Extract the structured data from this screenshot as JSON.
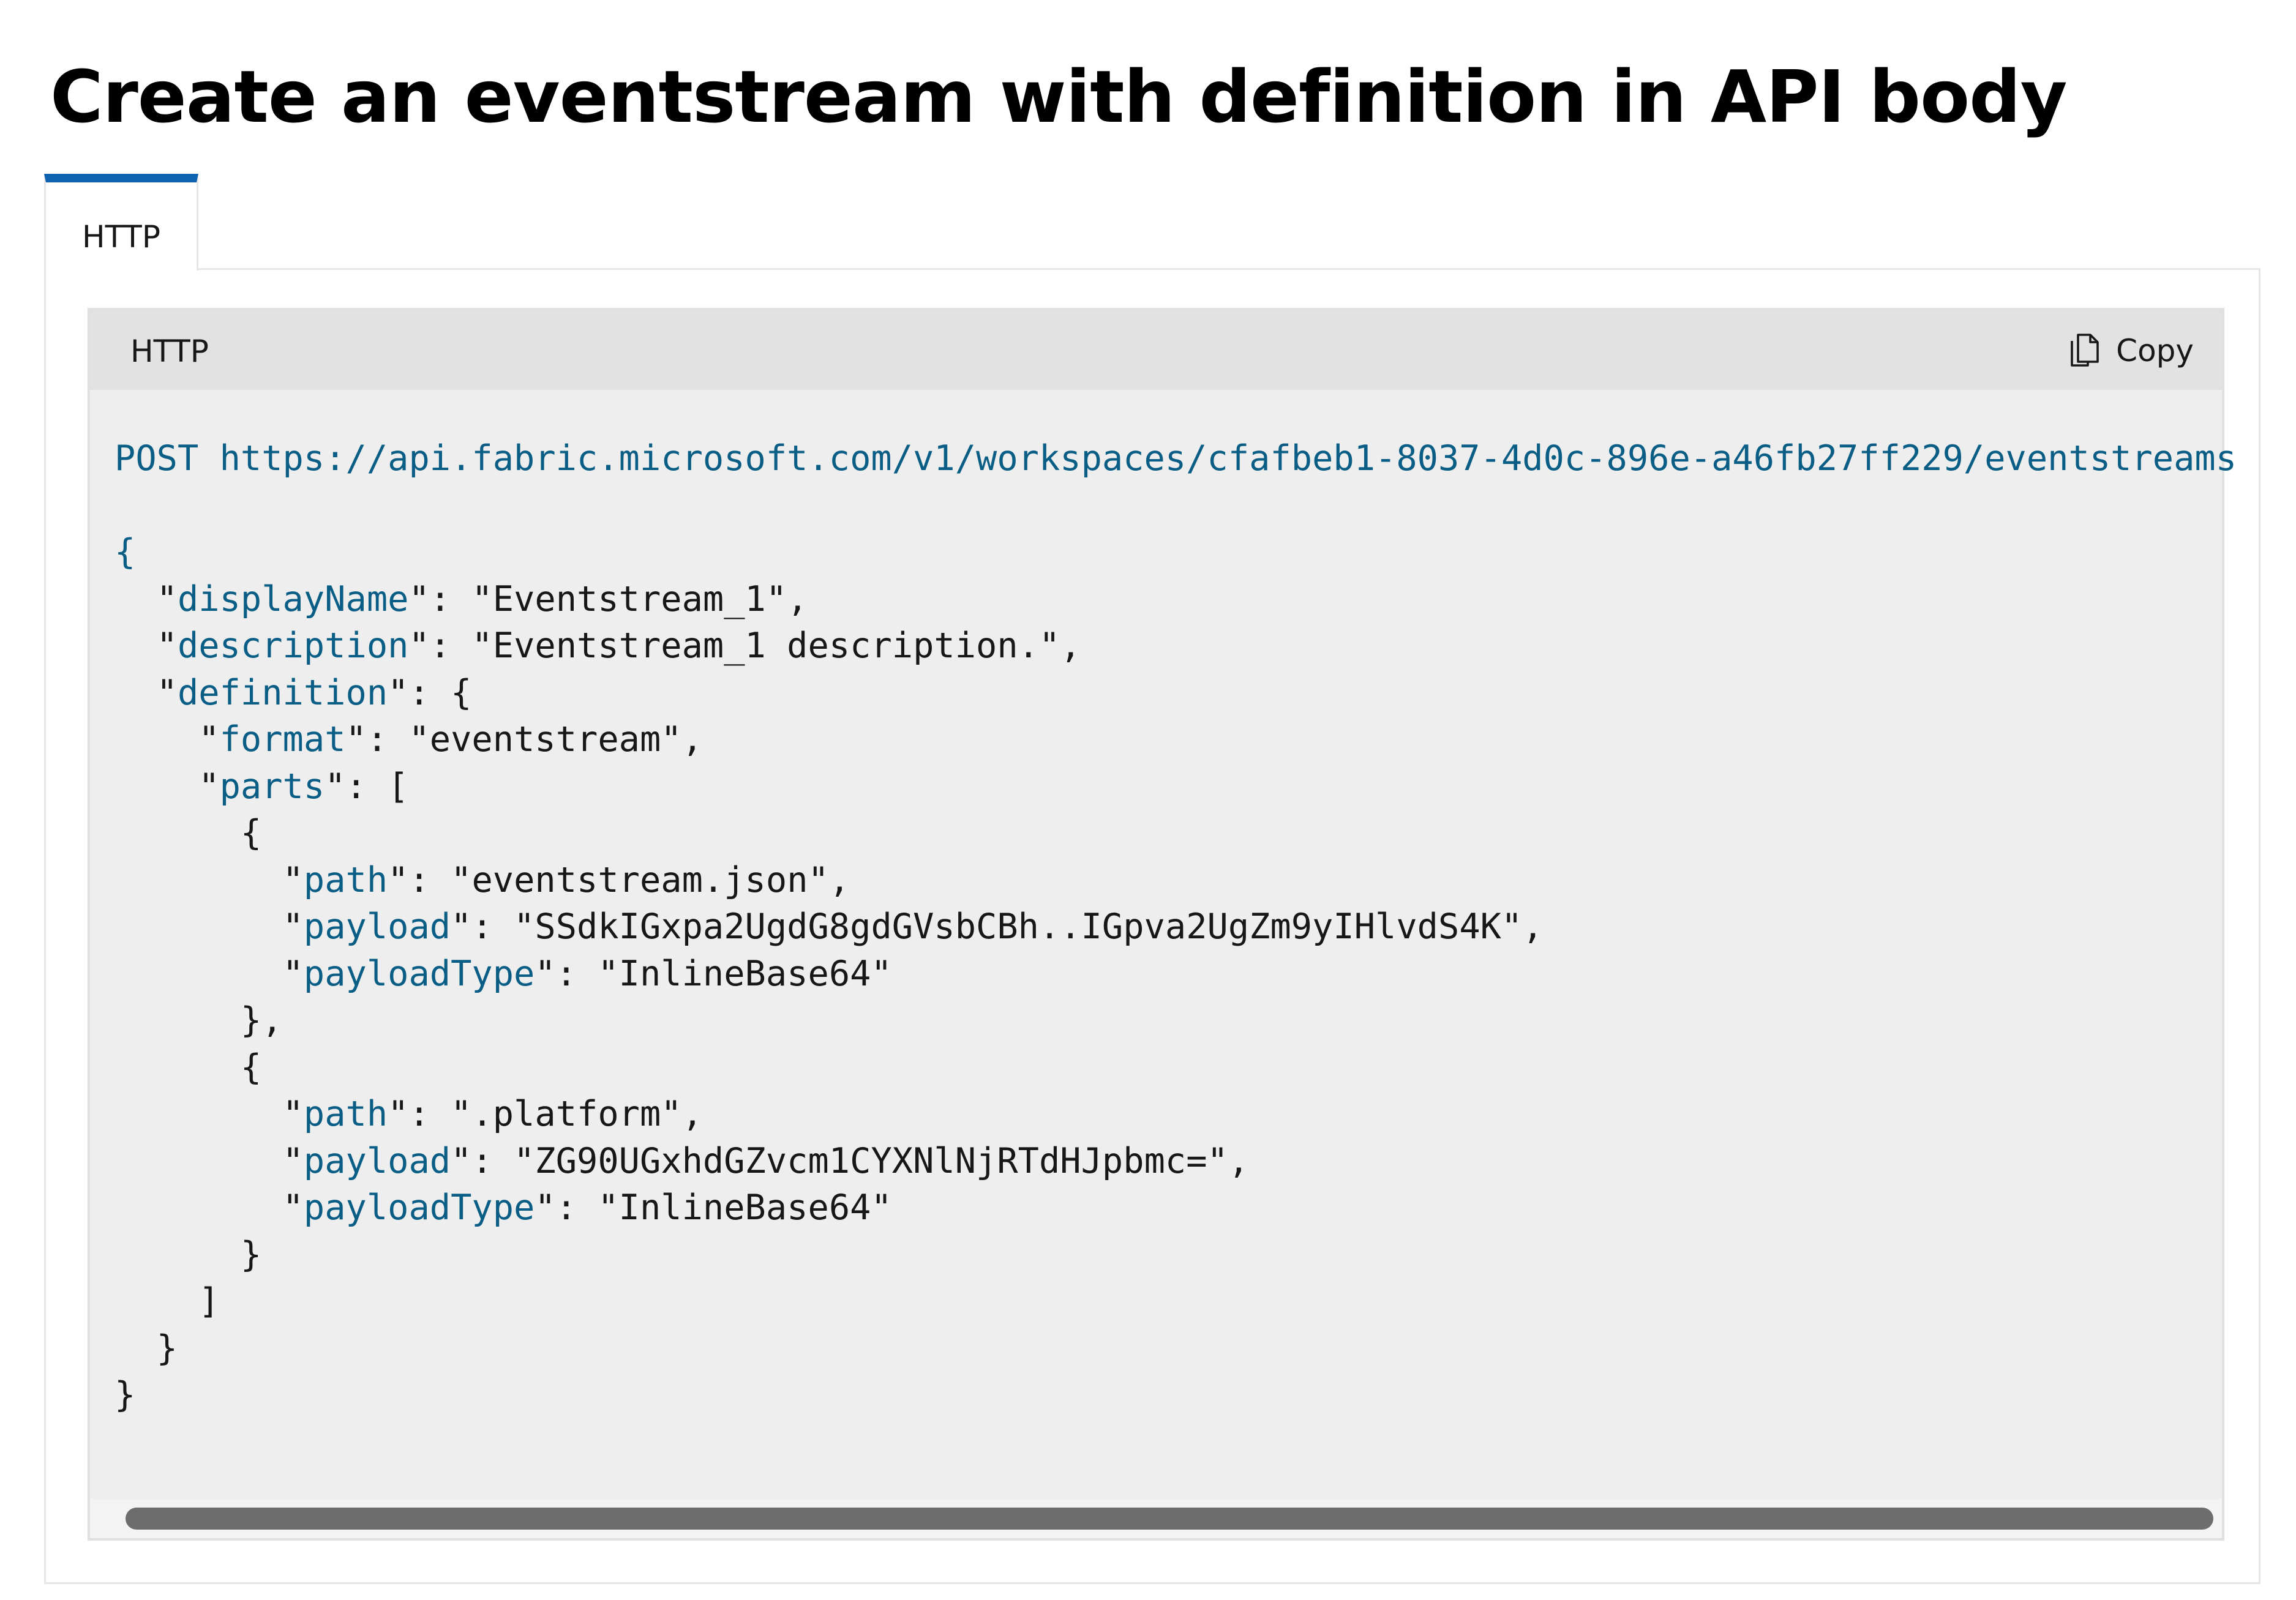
{
  "page": {
    "title": "Create an eventstream with definition in API body"
  },
  "tabs": [
    {
      "label": "HTTP",
      "selected": true
    }
  ],
  "code_block": {
    "language_label": "HTTP",
    "copy_label": "Copy",
    "copy_icon": "copy-icon",
    "request": {
      "method": "POST",
      "url": "https://api.fabric.microsoft.com/v1/workspaces/cfafbeb1-8037-4d0c-896e-a46fb27ff229/eventstreams"
    },
    "body": {
      "displayName": {
        "key": "displayName",
        "value": "Eventstream_1"
      },
      "description": {
        "key": "description",
        "value": "Eventstream_1 description."
      },
      "definition_key": "definition",
      "format": {
        "key": "format",
        "value": "eventstream"
      },
      "parts_key": "parts",
      "parts": [
        {
          "path": {
            "key": "path",
            "value": "eventstream.json"
          },
          "payload": {
            "key": "payload",
            "value": "SSdkIGxpa2UgdG8gdGVsbCBh..IGpva2UgZm9yIHlvdS4K"
          },
          "payloadType": {
            "key": "payloadType",
            "value": "InlineBase64"
          }
        },
        {
          "path": {
            "key": "path",
            "value": ".platform"
          },
          "payload": {
            "key": "payload",
            "value": "ZG90UGxhdGZvcm1CYXNlNjRTdHJpbmc="
          },
          "payloadType": {
            "key": "payloadType",
            "value": "InlineBase64"
          }
        }
      ]
    }
  },
  "colors": {
    "tab_accent": "#0f62b0",
    "code_key": "#0a5e86",
    "code_background": "#eeeeee",
    "code_header": "#e2e2e2",
    "scroll_thumb": "#6d6d6d"
  }
}
